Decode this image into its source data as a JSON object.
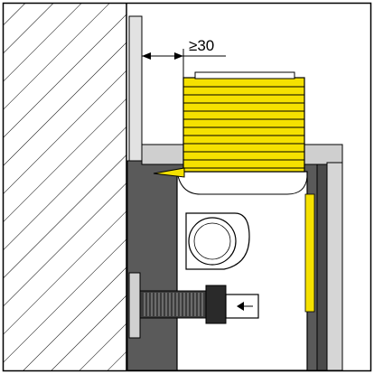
{
  "diagram": {
    "clearance_dimension": {
      "label": "≥30",
      "value": 30,
      "qualifier": "minimum"
    },
    "colors": {
      "border": "#000000",
      "wall_hatch": "#000000",
      "panel_gray": "#c8c8c8",
      "channel_dark": "#5a5a5a",
      "insulation_yellow": "#f5e100",
      "unit_white": "#ffffff"
    }
  }
}
